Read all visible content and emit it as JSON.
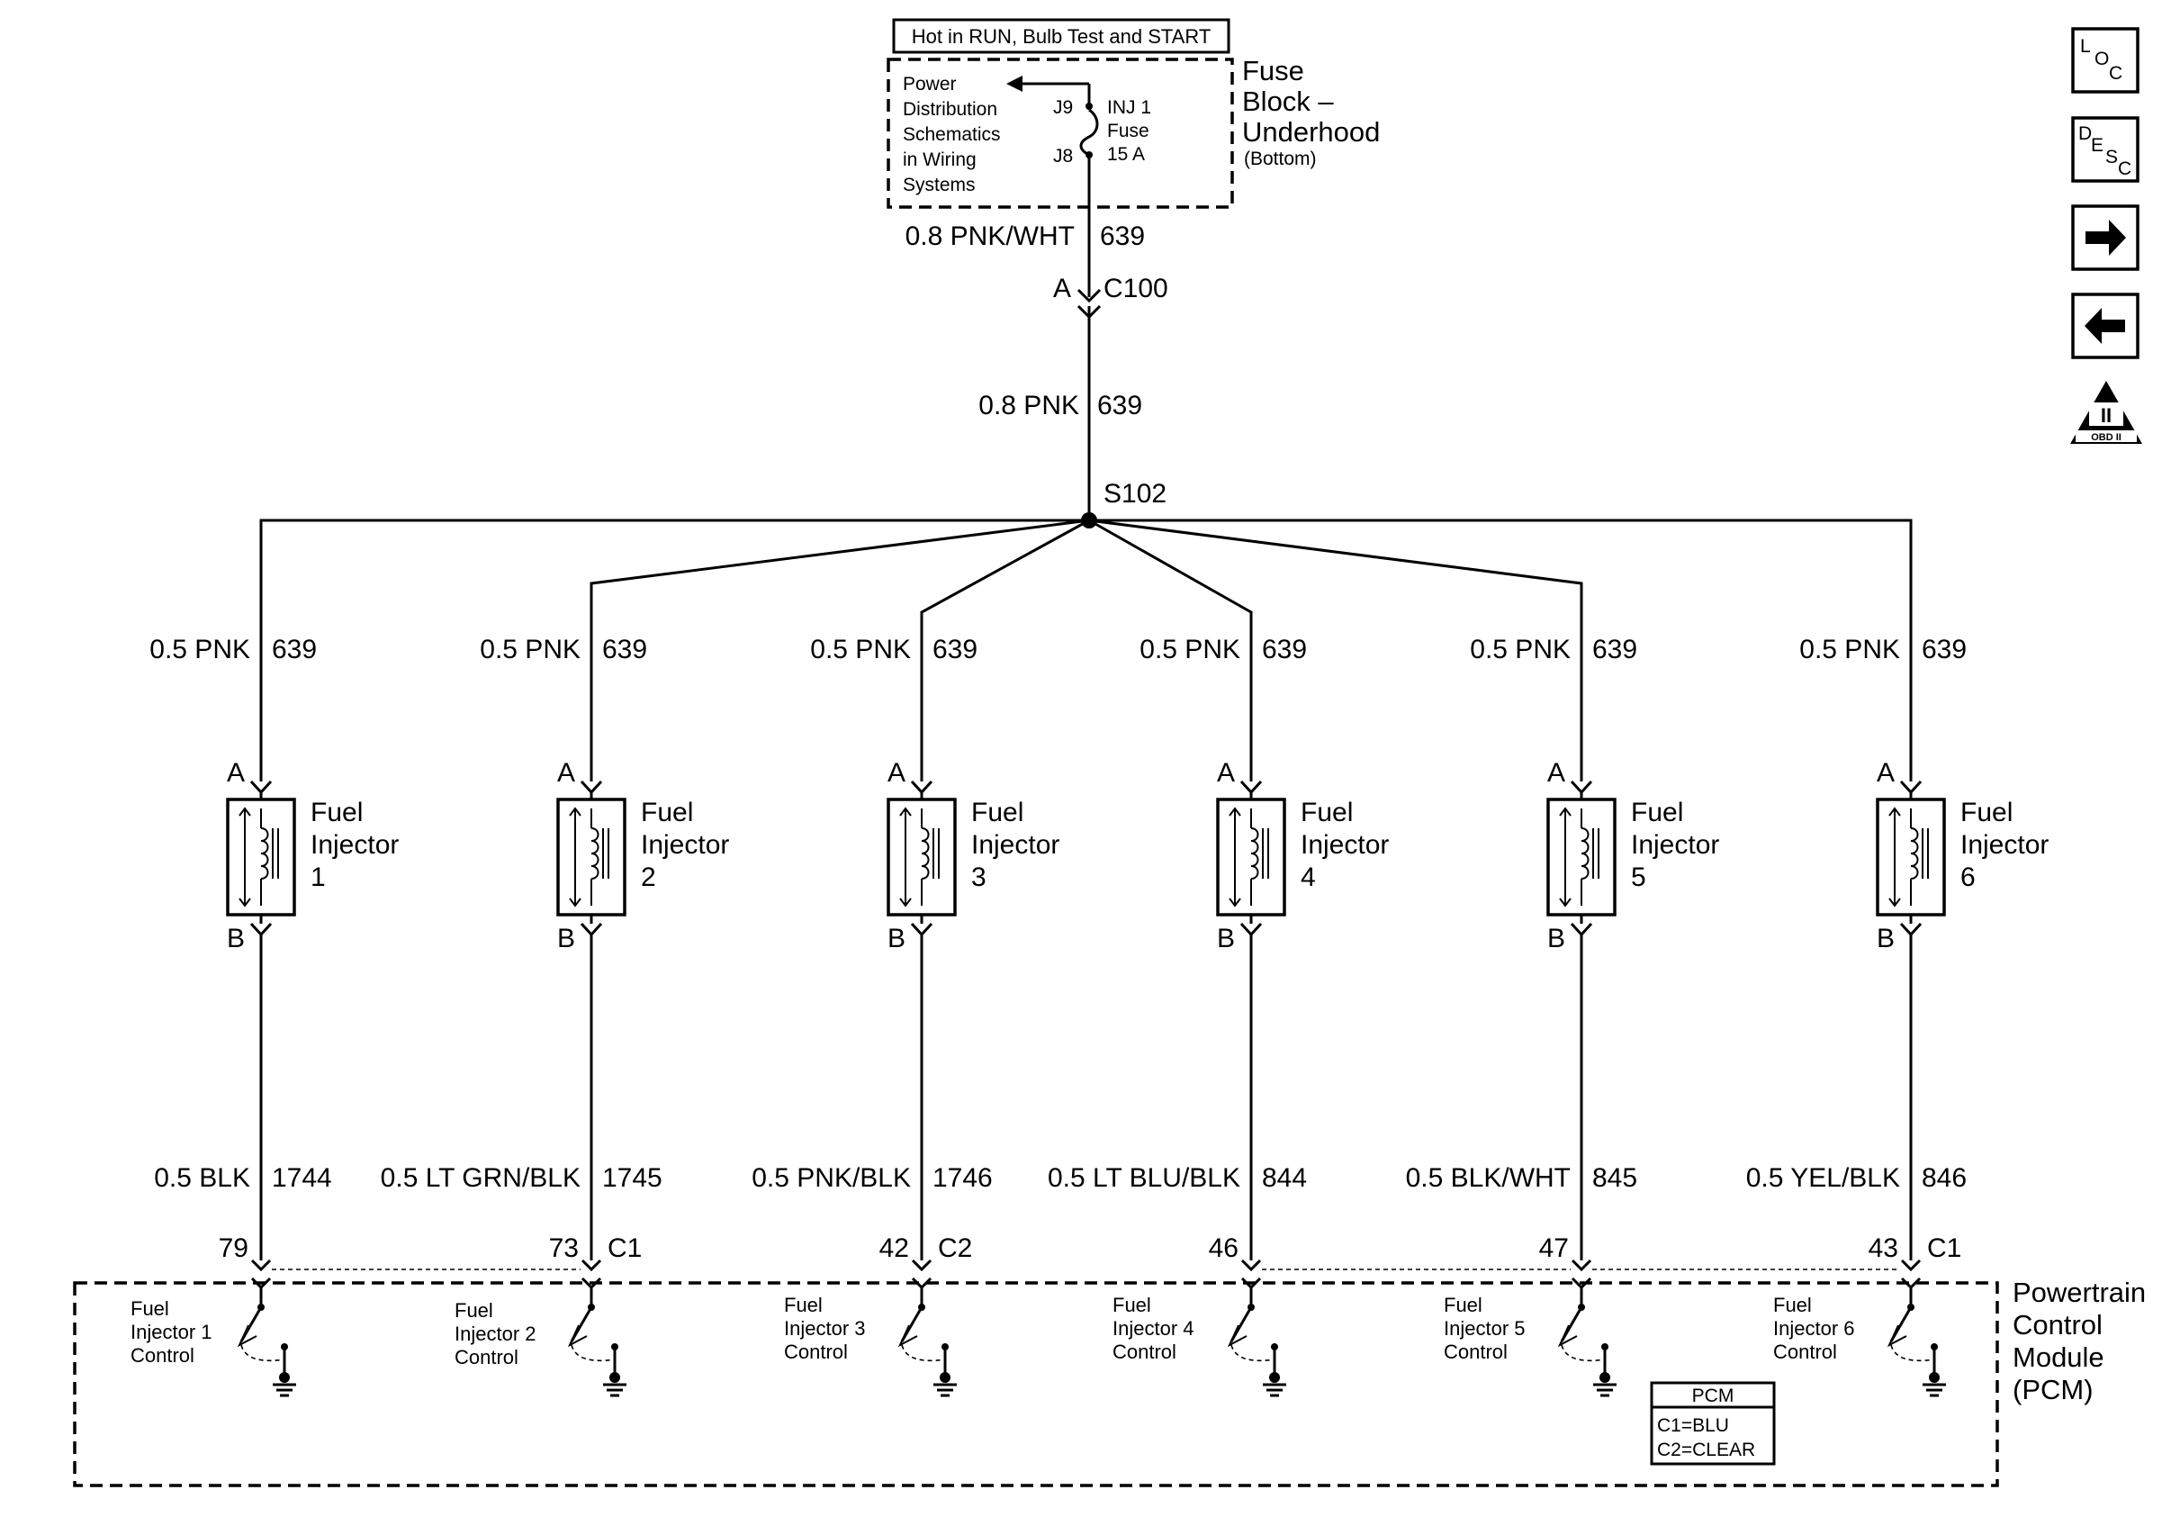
{
  "power_source": {
    "hot_label": "Hot in RUN, Bulb Test and START",
    "ref_lines": [
      "Power",
      "Distribution",
      "Schematics",
      "in Wiring",
      "Systems"
    ],
    "j9": "J9",
    "j8": "J8",
    "fuse_lines": [
      "INJ 1",
      "Fuse",
      "15 A"
    ],
    "block_lines": [
      "Fuse",
      "Block –",
      "Underhood"
    ],
    "block_sub": "(Bottom)"
  },
  "feed": {
    "wire1_gauge_color": "0.8 PNK/WHT",
    "wire1_circuit": "639",
    "c100_pin": "A",
    "c100_label": "C100",
    "wire2_gauge_color": "0.8 PNK",
    "wire2_circuit": "639",
    "splice": "S102"
  },
  "injectors": [
    {
      "supply": "0.5 PNK",
      "supply_circuit": "639",
      "pin_a": "A",
      "pin_b": "B",
      "title1": "Fuel",
      "title2": "Injector",
      "number": "1",
      "control": "0.5 BLK",
      "control_circuit": "1744",
      "pcm_pin": "79",
      "connector": "",
      "ctrl_lines": [
        "Fuel",
        "Injector 1",
        "Control"
      ]
    },
    {
      "supply": "0.5 PNK",
      "supply_circuit": "639",
      "pin_a": "A",
      "pin_b": "B",
      "title1": "Fuel",
      "title2": "Injector",
      "number": "2",
      "control": "0.5 LT GRN/BLK",
      "control_circuit": "1745",
      "pcm_pin": "73",
      "connector": "C1",
      "ctrl_lines": [
        "Fuel",
        "Injector 2",
        "Control"
      ]
    },
    {
      "supply": "0.5 PNK",
      "supply_circuit": "639",
      "pin_a": "A",
      "pin_b": "B",
      "title1": "Fuel",
      "title2": "Injector",
      "number": "3",
      "control": "0.5 PNK/BLK",
      "control_circuit": "1746",
      "pcm_pin": "42",
      "connector": "C2",
      "ctrl_lines": [
        "Fuel",
        "Injector 3",
        "Control"
      ]
    },
    {
      "supply": "0.5 PNK",
      "supply_circuit": "639",
      "pin_a": "A",
      "pin_b": "B",
      "title1": "Fuel",
      "title2": "Injector",
      "number": "4",
      "control": "0.5 LT BLU/BLK",
      "control_circuit": "844",
      "pcm_pin": "46",
      "connector": "",
      "ctrl_lines": [
        "Fuel",
        "Injector 4",
        "Control"
      ]
    },
    {
      "supply": "0.5 PNK",
      "supply_circuit": "639",
      "pin_a": "A",
      "pin_b": "B",
      "title1": "Fuel",
      "title2": "Injector",
      "number": "5",
      "control": "0.5 BLK/WHT",
      "control_circuit": "845",
      "pcm_pin": "47",
      "connector": "",
      "ctrl_lines": [
        "Fuel",
        "Injector 5",
        "Control"
      ]
    },
    {
      "supply": "0.5 PNK",
      "supply_circuit": "639",
      "pin_a": "A",
      "pin_b": "B",
      "title1": "Fuel",
      "title2": "Injector",
      "number": "6",
      "control": "0.5 YEL/BLK",
      "control_circuit": "846",
      "pcm_pin": "43",
      "connector": "C1",
      "ctrl_lines": [
        "Fuel",
        "Injector 6",
        "Control"
      ]
    }
  ],
  "pcm": {
    "label_lines": [
      "Powertrain",
      "Control",
      "Module",
      "(PCM)"
    ],
    "legend_title": "PCM",
    "legend_rows": [
      "C1=BLU",
      "C2=CLEAR"
    ]
  },
  "nav": {
    "loc": {
      "l1": "L",
      "l2": "O",
      "l3": "C",
      "icon": "location-icon"
    },
    "desc": {
      "l1": "D",
      "l2": "E",
      "l3": "S",
      "l4": "C",
      "icon": "description-icon"
    },
    "next_icon": "arrow-right-icon",
    "prev_icon": "arrow-left-icon",
    "obd": {
      "roman": "II",
      "text": "OBD II",
      "icon": "obd-ii-icon"
    }
  }
}
